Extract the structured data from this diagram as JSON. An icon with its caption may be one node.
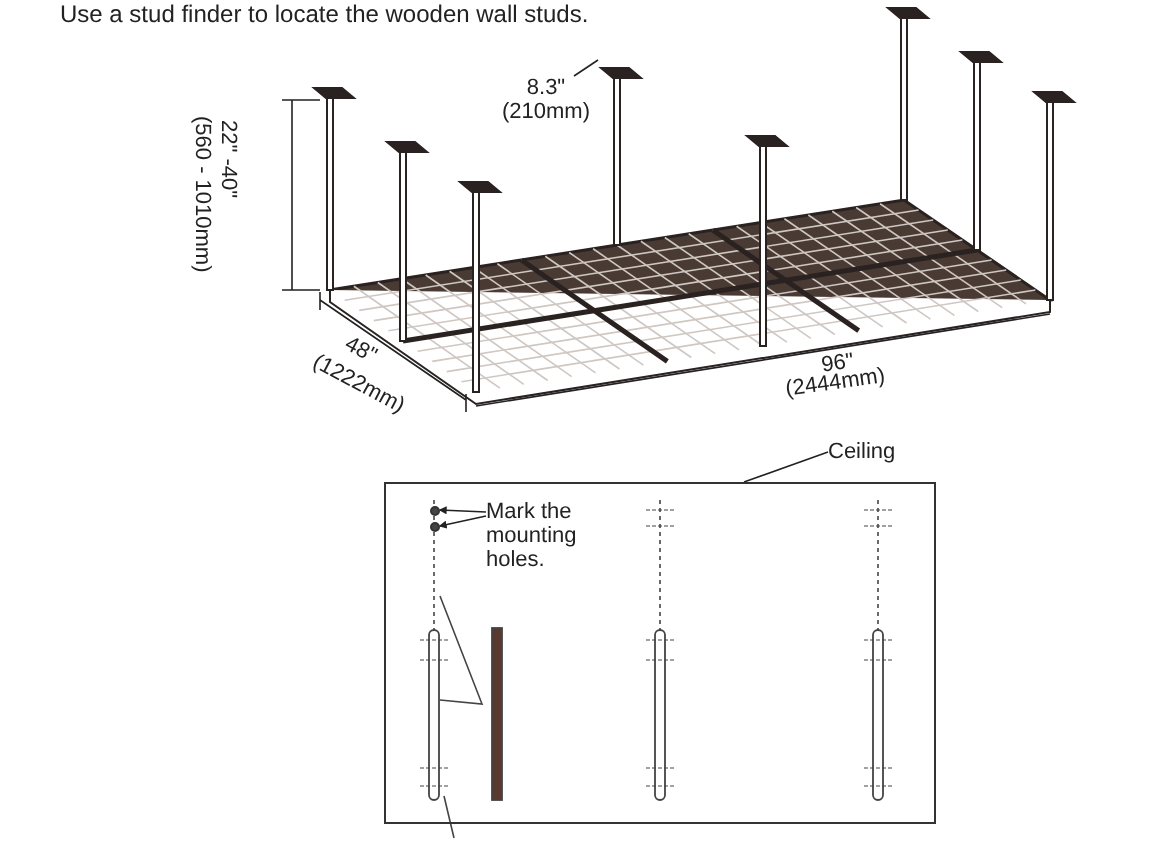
{
  "diagram": {
    "nodes": [
      {
        "text": [],
        "shape": "box"
      },
      {
        "text": [
          "Ceiling"
        ]
      },
      {
        "text": [
          "Mark the mounting holes."
        ],
        "in": 0
      },
      {
        "text": [
          "8.3\" (210mm)"
        ]
      },
      {
        "text": [],
        "shape": "circle",
        "in": 0
      },
      {
        "text": [],
        "shape": "circle",
        "in": 0
      }
    ],
    "edges": [
      {
        "from": 1,
        "to": 0,
        "arrow": "none"
      },
      {
        "from": 2,
        "to": 4,
        "arrow": "to"
      },
      {
        "from": 2,
        "to": 5,
        "arrow": "to"
      },
      {
        "from": 3,
        "to": null,
        "arrow": "none"
      }
    ],
    "labels": [
      "Use a stud finder to locate the wooden wall studs.",
      "22\" -40\"",
      "(560 - 1010mm)",
      "48\"",
      "(1222mm)",
      "96\"",
      "(2444mm)"
    ]
  }
}
